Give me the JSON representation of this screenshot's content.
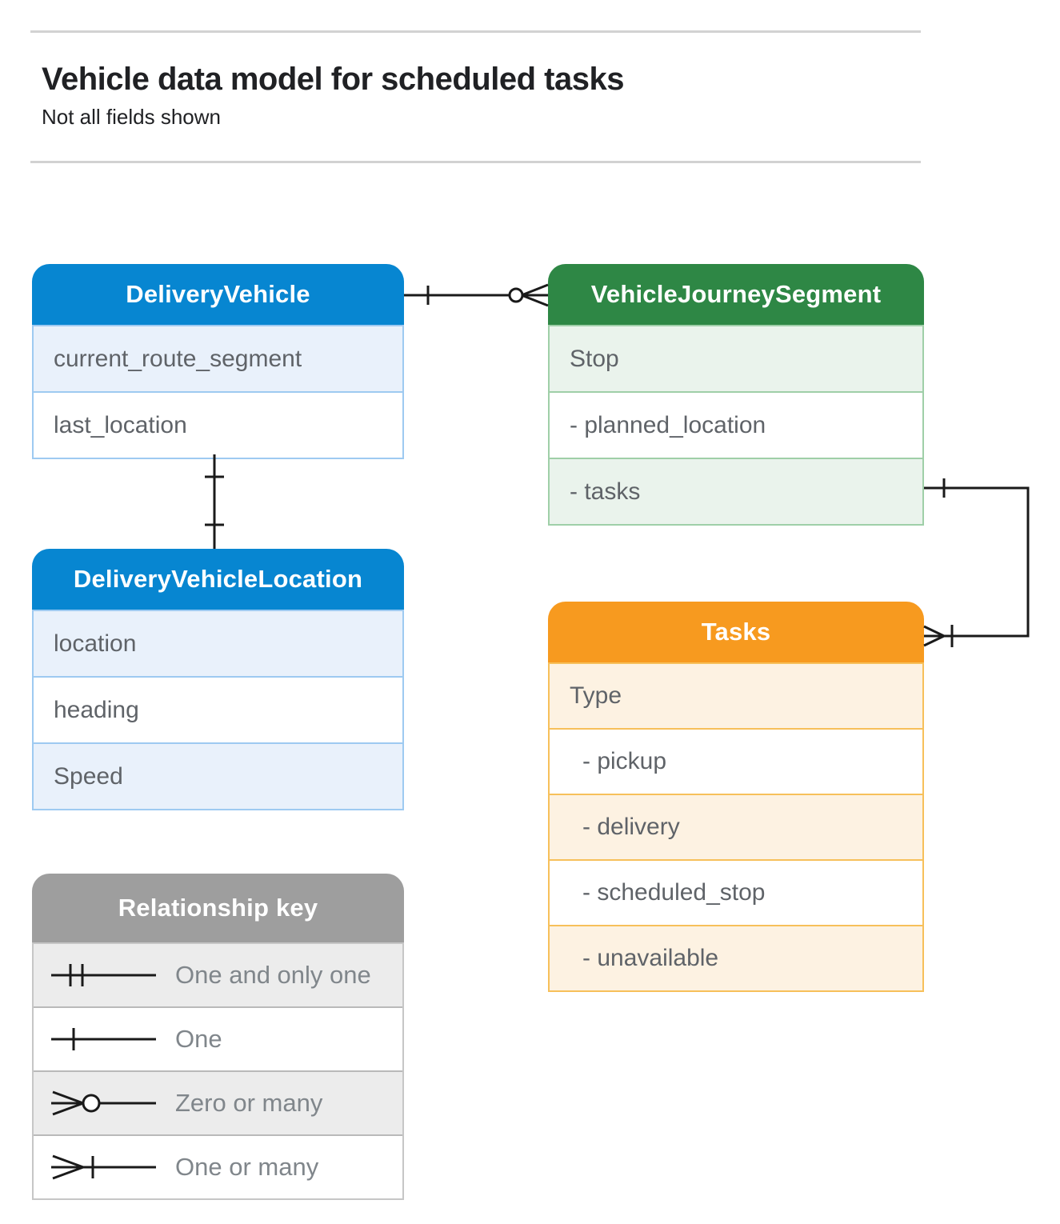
{
  "page": {
    "title": "Vehicle data model for scheduled tasks",
    "subtitle": "Not all fields shown"
  },
  "entities": [
    {
      "name": "DeliveryVehicle",
      "color": "#0786d1",
      "fields": [
        "current_route_segment",
        "last_location"
      ]
    },
    {
      "name": "VehicleJourneySegment",
      "color": "#2e8745",
      "fields": [
        "Stop",
        "- planned_location",
        "- tasks"
      ]
    },
    {
      "name": "DeliveryVehicleLocation",
      "color": "#0786d1",
      "fields": [
        "location",
        "heading",
        "Speed"
      ]
    },
    {
      "name": "Tasks",
      "color": "#f79a1f",
      "fields": [
        "Type",
        "- pickup",
        "- delivery",
        "- scheduled_stop",
        "- unavailable"
      ]
    }
  ],
  "relationships": [
    {
      "from": "DeliveryVehicle",
      "to": "VehicleJourneySegment",
      "from_cardinality": "one",
      "to_cardinality": "zero-or-many"
    },
    {
      "from": "DeliveryVehicle",
      "to": "DeliveryVehicleLocation",
      "from_cardinality": "one",
      "to_cardinality": "one"
    },
    {
      "from": "VehicleJourneySegment",
      "to": "Tasks",
      "from_cardinality": "one",
      "to_cardinality": "one-or-many"
    }
  ],
  "legend": {
    "title": "Relationship key",
    "items": [
      {
        "symbol": "one-and-only-one",
        "label": "One and only one"
      },
      {
        "symbol": "one",
        "label": "One"
      },
      {
        "symbol": "zero-or-many",
        "label": "Zero or many"
      },
      {
        "symbol": "one-or-many",
        "label": "One or many"
      }
    ]
  },
  "colors": {
    "blue_header": "#0786d1",
    "blue_tint": "#e9f1fb",
    "green_header": "#2e8745",
    "green_tint": "#eaf3ec",
    "orange_header": "#f79a1f",
    "orange_tint": "#fdf2e2",
    "gray_header": "#9e9e9e",
    "gray_tint": "#ececec",
    "line": "#1a1a1a"
  }
}
